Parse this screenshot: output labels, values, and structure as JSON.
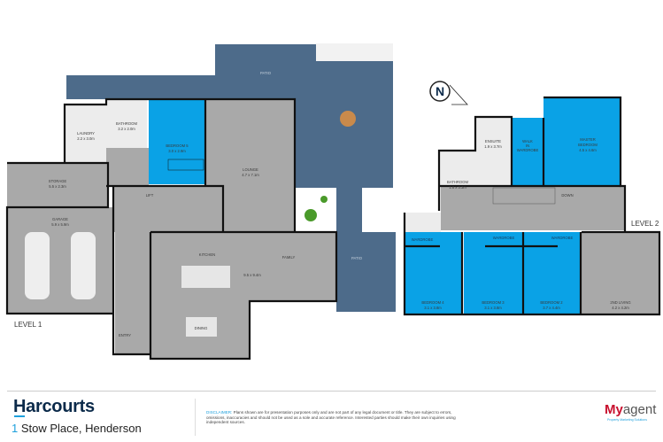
{
  "colors": {
    "patio": "#4d6b8a",
    "room": "#a9a9a9",
    "bedroom": "#0aa2e6",
    "wet": "#e9e9e9",
    "brand": "#0b2a4a",
    "accent": "#1ea0dc"
  },
  "compass": {
    "label": "N"
  },
  "level1": {
    "label": "LEVEL 1",
    "patio_top": "PATIO",
    "patio_side": "PATIO",
    "laundry": {
      "name": "LAUNDRY",
      "size": "2.2 x 3.0m"
    },
    "bathroom": {
      "name": "BATHROOM",
      "size": "3.2 x 2.0m"
    },
    "bedroom5": {
      "name": "BEDROOM 5",
      "size": "3.0 x 2.9m"
    },
    "lounge": {
      "name": "LOUNGE",
      "size": "4.7 x 7.1m"
    },
    "storage": {
      "name": "STORAGE",
      "size": "5.5 x 2.3m"
    },
    "garage": {
      "name": "GARAGE",
      "size": "5.9 x 5.9m"
    },
    "lift": "LIFT",
    "kitchen": "KITCHEN",
    "family": "FAMILY",
    "kitchen_family_size": "9.5 x 9.4m",
    "dining": "DINING",
    "entry": "ENTRY"
  },
  "level2": {
    "label": "LEVEL 2",
    "ensuite": {
      "name": "ENSUITE",
      "size": "1.9 x 3.7m"
    },
    "walkin": {
      "line1": "WALK",
      "line2": "IN",
      "line3": "WARDROBE"
    },
    "master": {
      "line1": "MASTER",
      "line2": "BEDROOM",
      "size": "4.5 x 4.6m"
    },
    "bathroom": {
      "name": "BATHROOM",
      "size": "1.8 x 3.3m"
    },
    "down": "DOWN",
    "wardrobe": "WARDROBE",
    "bedroom4": {
      "name": "BEDROOM 4",
      "size": "3.1 x 3.8m"
    },
    "bedroom3": {
      "name": "BEDROOM 3",
      "size": "3.1 x 3.8m"
    },
    "bedroom2": {
      "name": "BEDROOM 2",
      "size": "3.7 x 4.4m"
    },
    "living2": {
      "name": "2ND LIVING",
      "size": "4.2 x 4.2m"
    }
  },
  "footer": {
    "brand": "Harcourts",
    "address_number": "1",
    "address_rest": " Stow Place, Henderson",
    "disclaimer_label": "DISCLAIMER:",
    "disclaimer_text": " Plans shown are for presentation purposes only and are not part of any legal document or title. They are subject to errors, omissions, inaccuracies and should not be used as a sole and accurate reference. Interested parties should make their own inquiries using independent sources.",
    "logo_my": "My",
    "logo_agent": "agent",
    "logo_sub": "Property Marketing Solutions"
  }
}
